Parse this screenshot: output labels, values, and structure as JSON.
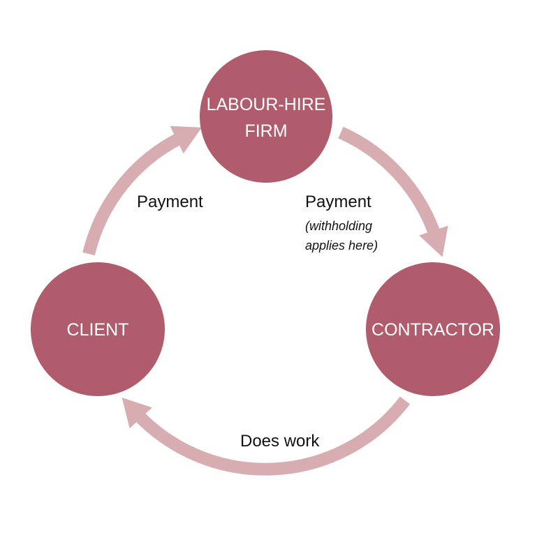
{
  "colors": {
    "node": "#b05c6c",
    "arrow": "#d8adb2",
    "text": "#111111"
  },
  "nodes": {
    "labour_hire": {
      "line1": "LABOUR-HIRE",
      "line2": "FIRM"
    },
    "client": {
      "label": "CLIENT"
    },
    "contractor": {
      "label": "CONTRACTOR"
    }
  },
  "edges": {
    "client_to_firm": {
      "label": "Payment"
    },
    "firm_to_contractor": {
      "label": "Payment",
      "note1": "(withholding",
      "note2": "applies here)"
    },
    "contractor_to_client": {
      "label": "Does work"
    }
  }
}
